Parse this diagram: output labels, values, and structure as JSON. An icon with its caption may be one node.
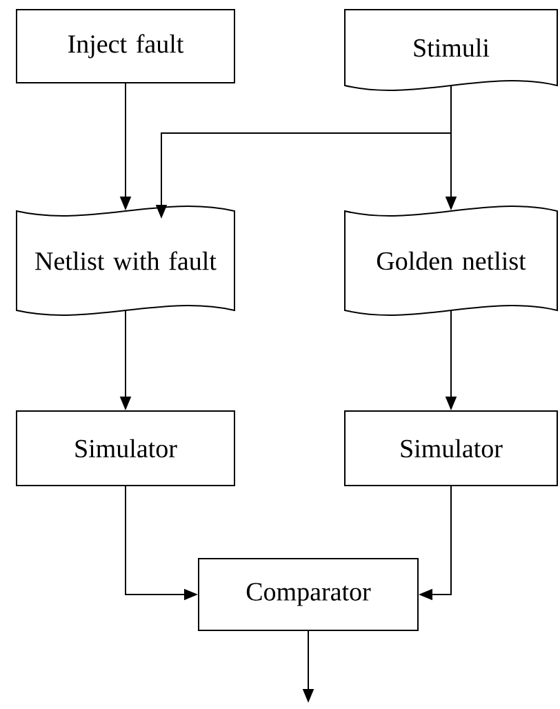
{
  "diagram": {
    "nodes": [
      {
        "text": [
          "Inject fault"
        ]
      },
      {
        "text": [
          "Stimuli"
        ]
      },
      {
        "text": [
          "Netlist with fault"
        ]
      },
      {
        "text": [
          "Golden netlist"
        ]
      },
      {
        "text": [
          "Simulator"
        ]
      },
      {
        "text": [
          "Simulator"
        ]
      },
      {
        "text": [
          "Comparator"
        ]
      }
    ],
    "edges": [
      {
        "from": 0,
        "to": 2,
        "arrow": "to"
      },
      {
        "from": 1,
        "to": 2,
        "arrow": "to"
      },
      {
        "from": 1,
        "to": 3,
        "arrow": "to"
      },
      {
        "from": 2,
        "to": 4,
        "arrow": "to"
      },
      {
        "from": 3,
        "to": 5,
        "arrow": "to"
      },
      {
        "from": 4,
        "to": 6,
        "arrow": "to"
      },
      {
        "from": 5,
        "to": 6,
        "arrow": "to"
      },
      {
        "from": 6,
        "to": null,
        "arrow": "to"
      }
    ]
  }
}
